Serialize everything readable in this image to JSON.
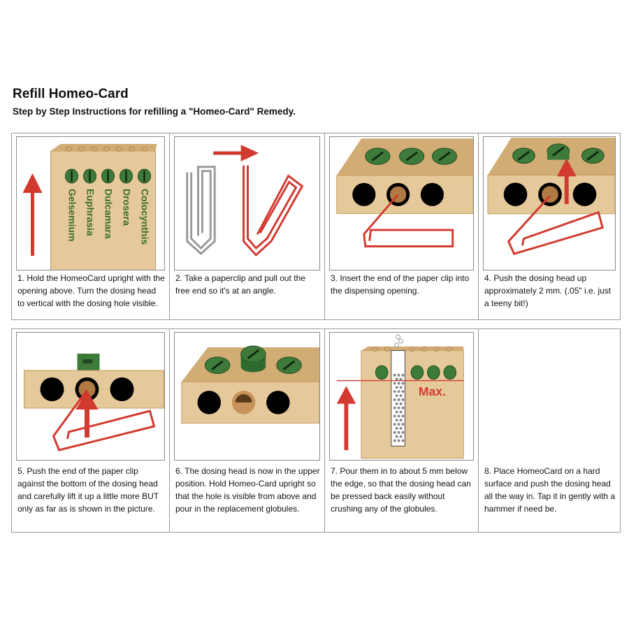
{
  "header": {
    "title": "Refill Homeo-Card",
    "subtitle": "Step by Step Instructions for refilling a \"Homeo-Card\" Remedy."
  },
  "steps": [
    {
      "caption": "1. Hold the HomeoCard upright with the opening above. Turn the dosing head to vertical with the dosing hole visible."
    },
    {
      "caption": "2. Take a paperclip and pull out the free end so it's at an angle."
    },
    {
      "caption": "3. Insert the end of the paper clip into the dispensing opening."
    },
    {
      "caption": "4. Push the dosing head up approximately 2 mm. (.05\" i.e. just a teeny bit!)"
    },
    {
      "caption": "5. Push the end of the paper clip against the bottom of the dosing head and carefully lift it up a little more BUT only as far as is shown in the picture."
    },
    {
      "caption": "6. The dosing head is now in the upper position. Hold Homeo-Card upright so that the hole is visible from above and pour in the replacement globules."
    },
    {
      "caption": "7. Pour them in to about 5 mm below the edge, so that the dosing head can be pressed back easily without crushing any of the globules."
    },
    {
      "caption": "8. Place HomeoCard on a hard surface and push the dosing head all the way in. Tap it in gently with a hammer if need be."
    }
  ],
  "card_remedies": [
    "Gelsemium",
    "Euphrasia",
    "Dulcamara",
    "Drosera",
    "Colocynthis"
  ],
  "max_label": "Max.",
  "colors": {
    "card": "#e6c99a",
    "card_side": "#d1ac74",
    "dosing_head": "#3e7a3a",
    "dosing_head_dark": "#1f4a1f",
    "arrow": "#d23a30",
    "clip_red": "#d23a30",
    "clip_gray": "#9a9a9a",
    "text_green": "#3b6e2c"
  },
  "icons": [
    "up-arrow-icon",
    "right-arrow-icon",
    "paperclip-icon"
  ]
}
